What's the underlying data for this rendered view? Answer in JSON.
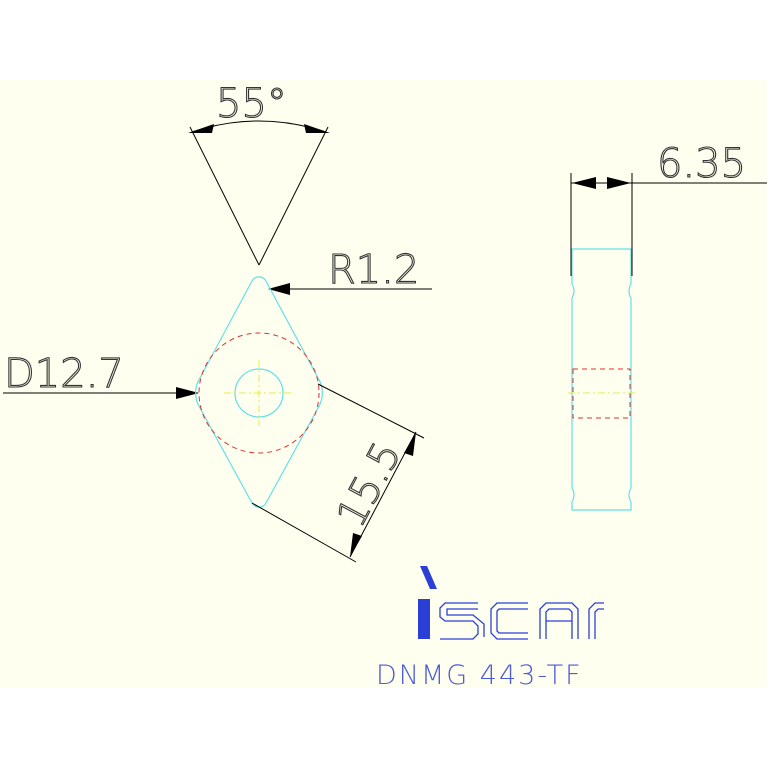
{
  "drawing": {
    "angle_label": "55°",
    "radius_label": "R1.2",
    "diameter_label": "D12.7",
    "length_label": "15.5",
    "thickness_label": "6.35"
  },
  "brand": {
    "logo_text": "iscar",
    "part_code": "DNMG 443-TF"
  },
  "colors": {
    "background": "#fffff0",
    "outline": "#5fe0e8",
    "hole": "#e03030",
    "centerline": "#e8e84a",
    "brand": "#2b3ed6"
  }
}
